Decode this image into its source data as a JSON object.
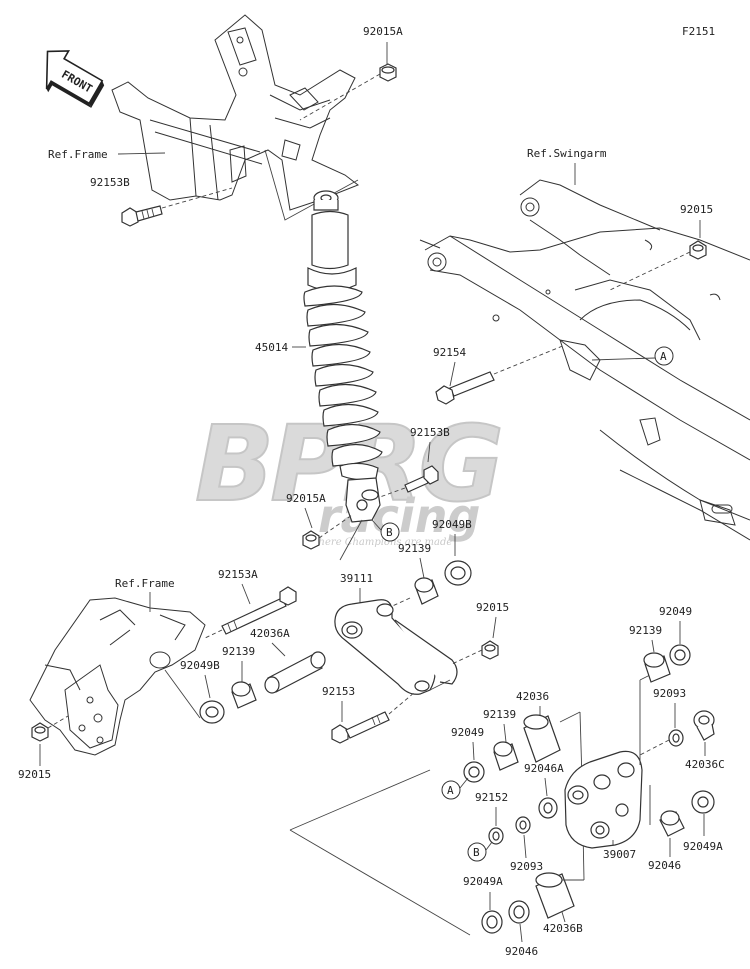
{
  "figure_code": "F2151",
  "front_label": "FRONT",
  "watermark": {
    "brand": "BPRG",
    "sub": "racing",
    "tagline": "where Champions are made",
    "color": "#cfcfcf"
  },
  "refs": {
    "frame_top": "Ref.Frame",
    "frame_bottom": "Ref.Frame",
    "swingarm": "Ref.Swingarm"
  },
  "callouts": {
    "A": "A",
    "B": "B"
  },
  "labels": {
    "l_92015A_top": "92015A",
    "l_92153B_top": "92153B",
    "l_45014": "45014",
    "l_92153B_mid": "92153B",
    "l_92015A_mid": "92015A",
    "l_92049B_mid": "92049B",
    "l_92139_mid": "92139",
    "l_92015_sw": "92015",
    "l_92154": "92154",
    "l_39111": "39111",
    "l_92015_link": "92015",
    "l_92153A": "92153A",
    "l_42036A": "42036A",
    "l_92139_left": "92139",
    "l_92049B_left": "92049B",
    "l_92015_left": "92015",
    "l_92153": "92153",
    "l_42036": "42036",
    "l_92139_c": "92139",
    "l_92049_c": "92049",
    "l_92046A": "92046A",
    "l_92152": "92152",
    "l_92093_c": "92093",
    "l_92049A_c": "92049A",
    "l_92046_c": "92046",
    "l_42036B": "42036B",
    "l_92049_r": "92049",
    "l_92139_r": "92139",
    "l_92093_r": "92093",
    "l_42036C": "42036C",
    "l_39007": "39007",
    "l_92046_r": "92046",
    "l_92049A_r": "92049A"
  }
}
